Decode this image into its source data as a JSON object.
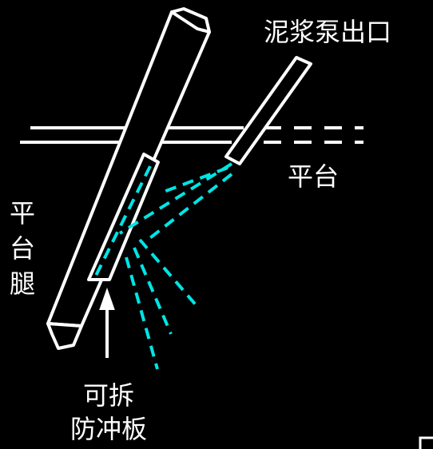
{
  "labels": {
    "pump_outlet": "泥浆泵出口",
    "platform": "平台",
    "platform_leg": "平台腿",
    "baffle": "可拆\n防冲板"
  },
  "colors": {
    "background": "#000000",
    "line": "#ffffff",
    "spray": "#00e5e5"
  }
}
